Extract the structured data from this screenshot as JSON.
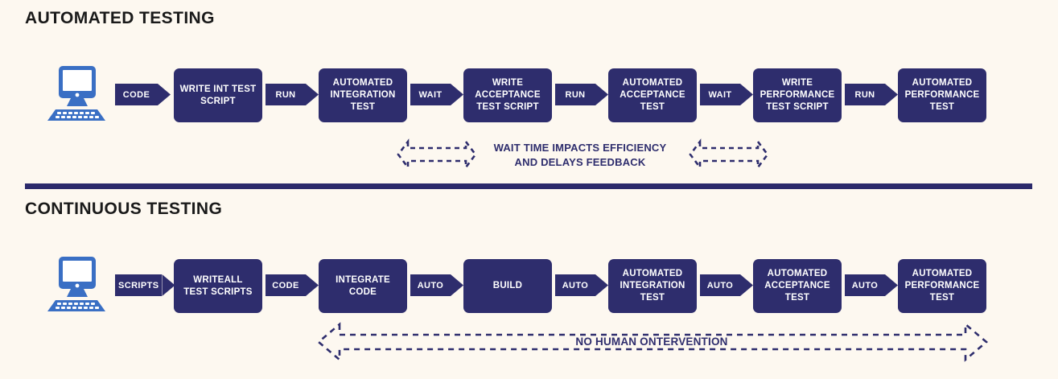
{
  "background_color": "#fdf8f0",
  "accent_color": "#2e2d6d",
  "icon_color": "#3a6fc4",
  "title_color": "#1a1a1a",
  "sections": [
    {
      "id": "automated-testing",
      "title": "AUTOMATED TESTING",
      "start_icon": "desktop-computer-icon",
      "steps": [
        {
          "label": "WRITE INT TEST\nSCRIPT"
        },
        {
          "label": "AUTOMATED\nINTEGRATION\nTEST"
        },
        {
          "label": "WRITE\nACCEPTANCE\nTEST SCRIPT"
        },
        {
          "label": "AUTOMATED\nACCEPTANCE\nTEST"
        },
        {
          "label": "WRITE\nPERFORMANCE\nTEST SCRIPT"
        },
        {
          "label": "AUTOMATED\nPERFORMANCE\nTEST"
        }
      ],
      "connectors": [
        "CODE",
        "RUN",
        "WAIT",
        "RUN",
        "WAIT",
        "RUN"
      ],
      "note": "WAIT TIME IMPACTS EFFICIENCY\nAND DELAYS FEEDBACK"
    },
    {
      "id": "continuous-testing",
      "title": "CONTINUOUS TESTING",
      "start_icon": "desktop-computer-icon",
      "steps": [
        {
          "label": "WRITEALL\nTEST SCRIPTS"
        },
        {
          "label": "INTEGRATE\nCODE"
        },
        {
          "label": "BUILD"
        },
        {
          "label": "AUTOMATED\nINTEGRATION\nTEST"
        },
        {
          "label": "AUTOMATED\nACCEPTANCE\nTEST"
        },
        {
          "label": "AUTOMATED\nPERFORMANCE\nTEST"
        }
      ],
      "connectors": [
        "SCRIPTS",
        "CODE",
        "AUTO",
        "AUTO",
        "AUTO",
        "AUTO"
      ],
      "note": "NO HUMAN ONTERVENTION"
    }
  ]
}
